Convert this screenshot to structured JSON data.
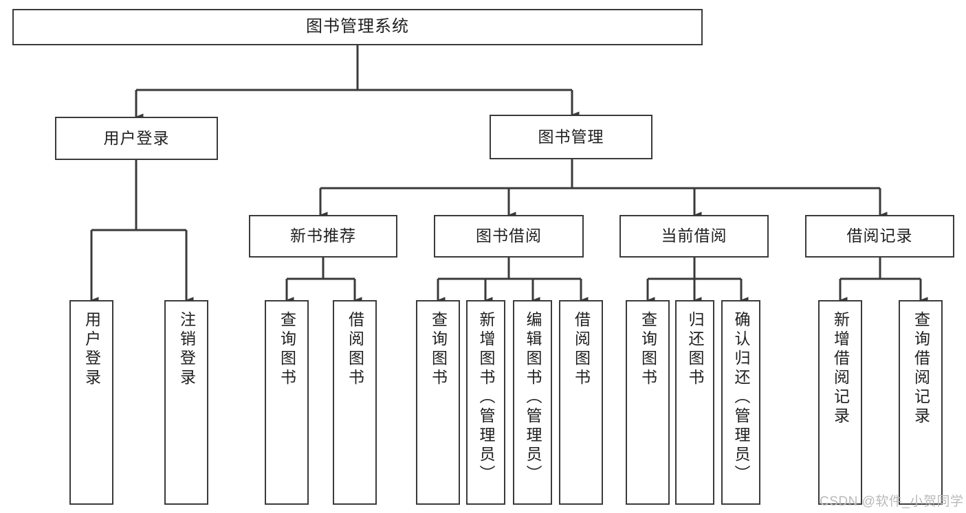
{
  "diagram": {
    "title": "图书管理系统",
    "type": "tree",
    "watermark": "CSDN @软件_小贺同学",
    "colors": {
      "box_border": "#3a3a3a",
      "box_fill": "#ffffff",
      "line": "#3a3a3a",
      "text": "#1f1f1f",
      "watermark": "#b9b9b9"
    },
    "levels": {
      "root": {
        "label": "图书管理系统"
      },
      "level2": [
        {
          "label": "用户登录"
        },
        {
          "label": "图书管理"
        }
      ],
      "level3": [
        {
          "label": "新书推荐"
        },
        {
          "label": "图书借阅"
        },
        {
          "label": "当前借阅"
        },
        {
          "label": "借阅记录"
        }
      ],
      "leaves": [
        {
          "label": "用户登录",
          "parent": "用户登录"
        },
        {
          "label": "注销登录",
          "parent": "用户登录"
        },
        {
          "label": "查询图书",
          "parent": "新书推荐"
        },
        {
          "label": "借阅图书",
          "parent": "新书推荐"
        },
        {
          "label": "查询图书",
          "parent": "图书借阅"
        },
        {
          "label": "新增图书（管理员）",
          "parent": "图书借阅"
        },
        {
          "label": "编辑图书（管理员）",
          "parent": "图书借阅"
        },
        {
          "label": "借阅图书",
          "parent": "图书借阅"
        },
        {
          "label": "查询图书",
          "parent": "当前借阅"
        },
        {
          "label": "归还图书",
          "parent": "当前借阅"
        },
        {
          "label": "确认归还（管理员）",
          "parent": "当前借阅"
        },
        {
          "label": "新增借阅记录",
          "parent": "借阅记录"
        },
        {
          "label": "查询借阅记录",
          "parent": "借阅记录"
        }
      ]
    }
  }
}
